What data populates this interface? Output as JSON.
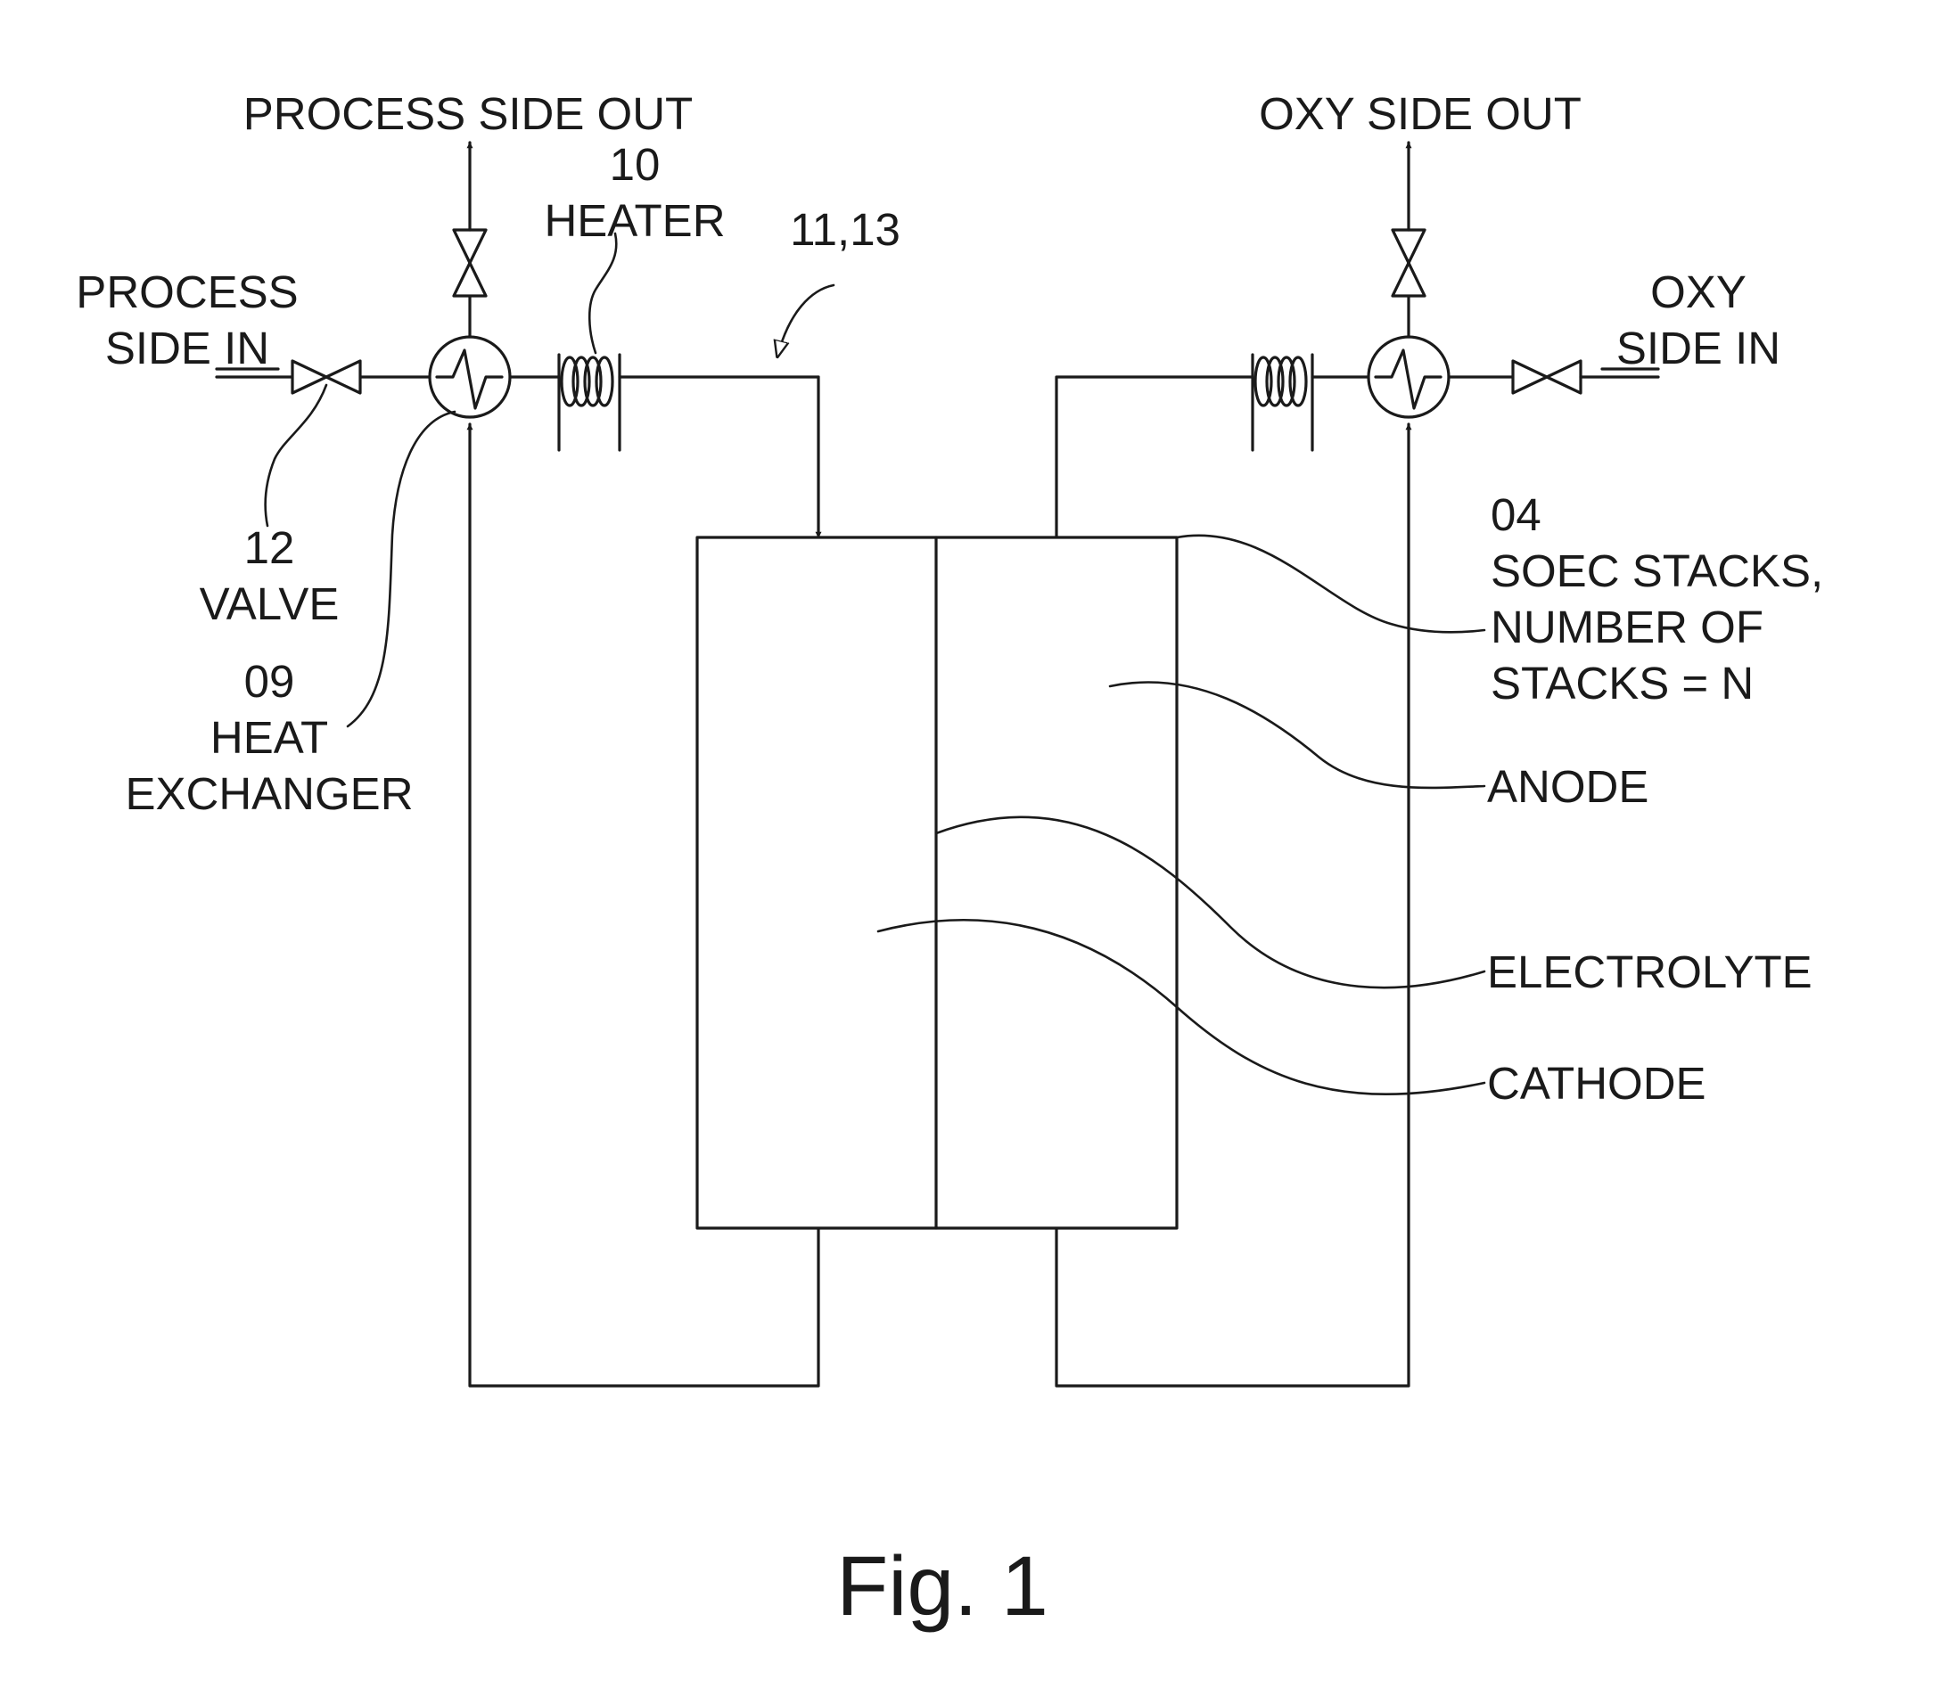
{
  "labels": {
    "process_side_out": "PROCESS SIDE OUT",
    "heater_number": "10",
    "heater": "HEATER",
    "line_ref": "11,13",
    "process_side_in_1": "PROCESS",
    "process_side_in_2": "SIDE IN",
    "valve_number": "12",
    "valve": "VALVE",
    "heat_exchanger_number": "09",
    "heat_exchanger_1": "HEAT",
    "heat_exchanger_2": "EXCHANGER",
    "oxy_side_out": "OXY SIDE OUT",
    "oxy_side_in_1": "OXY",
    "oxy_side_in_2": "SIDE IN",
    "stacks_number": "04",
    "stacks_1": "SOEC STACKS,",
    "stacks_2": "NUMBER OF",
    "stacks_3": "STACKS = N",
    "anode": "ANODE",
    "electrolyte": "ELECTROLYTE",
    "cathode": "CATHODE"
  },
  "figure_caption": "Fig. 1"
}
